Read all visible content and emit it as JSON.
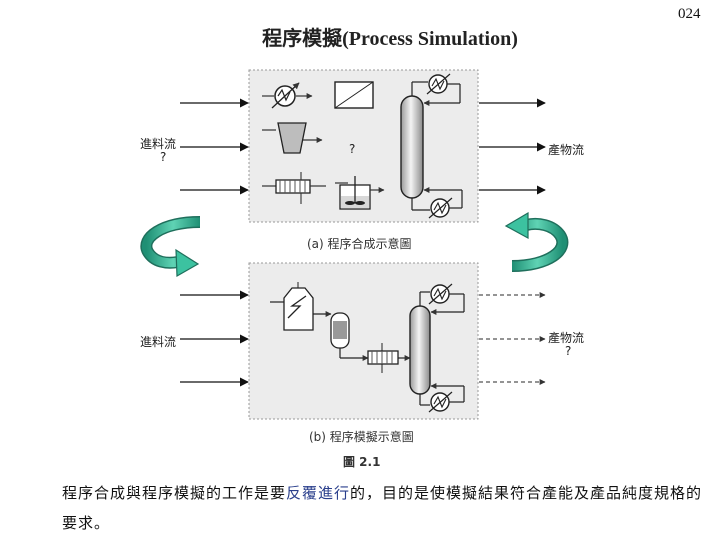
{
  "slide": {
    "title": "程序模擬(Process Simulation)",
    "page_number": "024"
  },
  "diagram_a": {
    "feed_label": "進料流",
    "feed_qmark": "?",
    "unit_qmark": "?",
    "product_label": "產物流",
    "caption": "(a) 程序合成示意圖"
  },
  "diagram_b": {
    "feed_label": "進料流",
    "product_label": "產物流",
    "product_qmark": "?",
    "caption": "(b) 程序模擬示意圖"
  },
  "figure_label": "圖 2.1",
  "body": {
    "text_before": "程序合成與程序模擬的工作是要",
    "highlight": "反覆進行",
    "text_after": "的，目的是使模擬結果符合產能及產品純度規格的要求。"
  },
  "colors": {
    "arrow_green": "#2fae8f",
    "highlight_text": "#2a3f8c",
    "panel_fill": "#ececec"
  }
}
